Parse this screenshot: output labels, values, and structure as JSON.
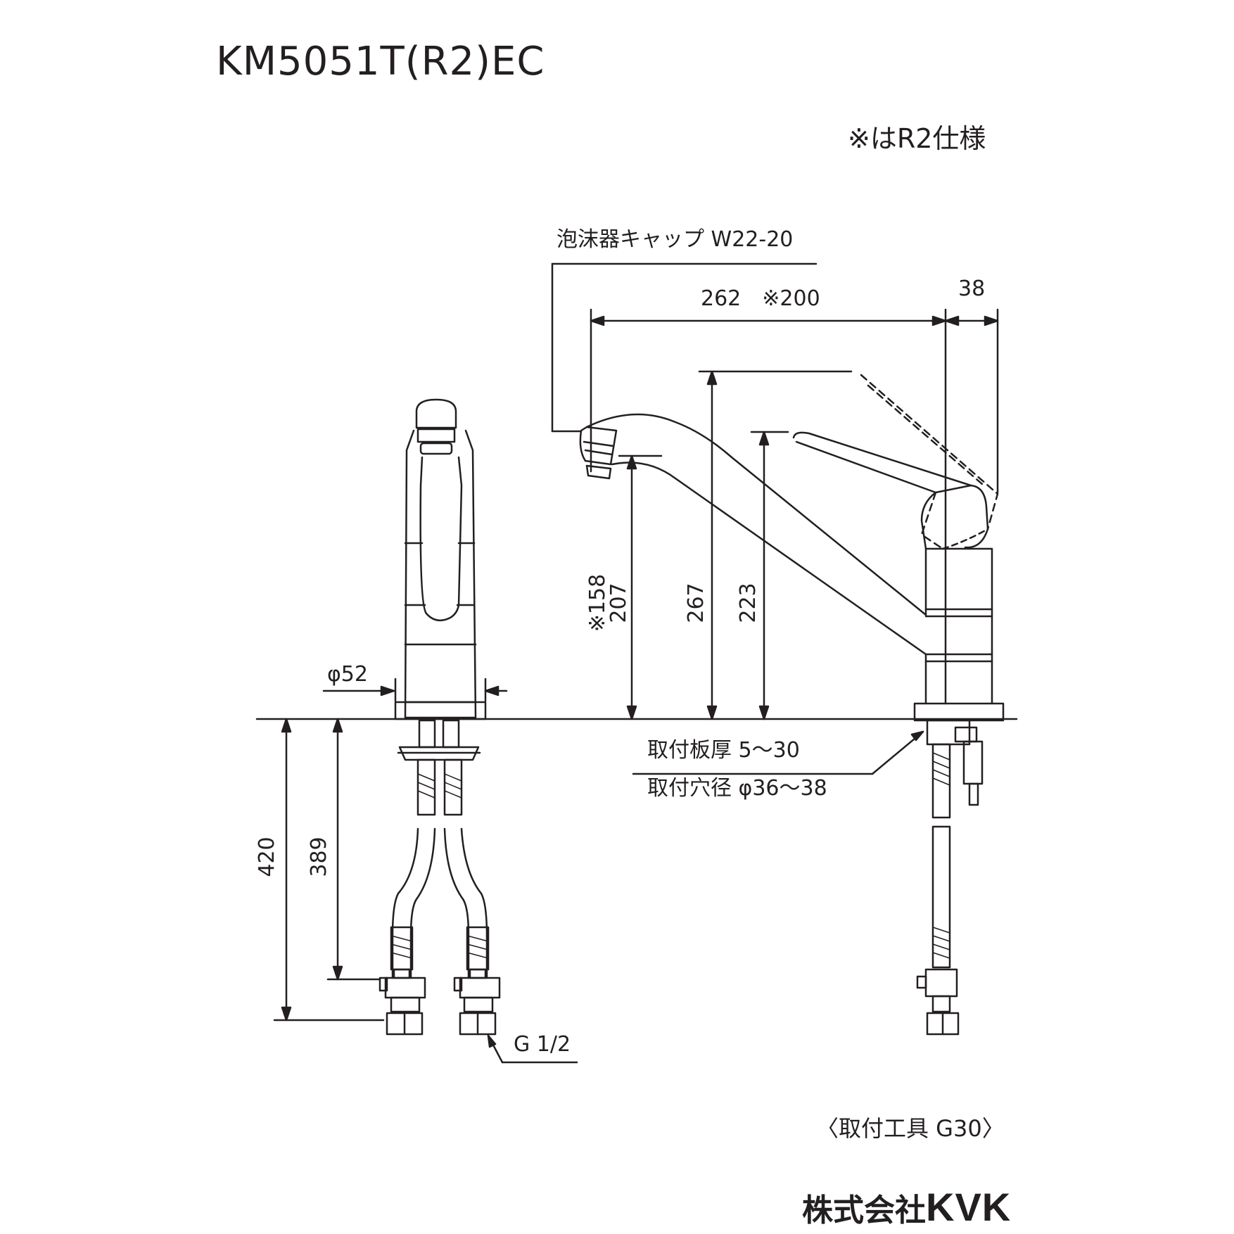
{
  "title": "KM5051T(R2)EC",
  "note": "※はR2仕様",
  "labels": {
    "aerator": "泡沫器キャップ W22-20",
    "width_262": "262　※200",
    "width_38": "38",
    "h_158": "※158",
    "h_207": "207",
    "h_267": "267",
    "h_223": "223",
    "phi52": "φ52",
    "plate": "取付板厚 5～30",
    "hole": "取付穴径 φ36～38",
    "d420": "420",
    "d389": "389",
    "g12": "G 1/2"
  },
  "footer_tool": "〈取付工具 G30〉",
  "brand_jp": "株式会社",
  "brand_en": "KVK"
}
